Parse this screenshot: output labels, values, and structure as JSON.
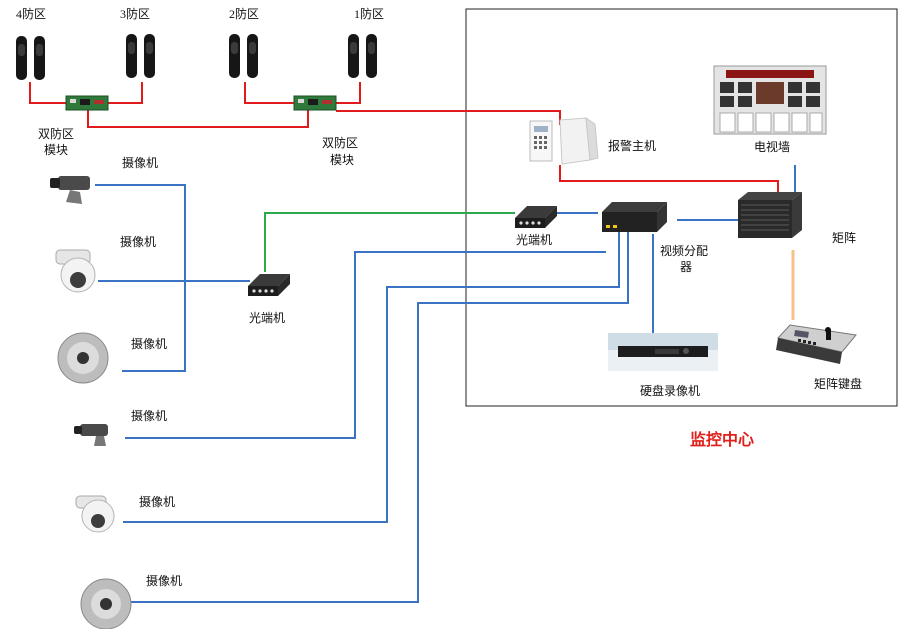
{
  "zones": [
    "4防区",
    "3防区",
    "2防区",
    "1防区"
  ],
  "dual_zone_module_left": [
    "双防区",
    "模块"
  ],
  "dual_zone_module_right": [
    "双防区",
    "模块"
  ],
  "camera_label": "摄像机",
  "optical_terminal": "光端机",
  "alarm_host": "报警主机",
  "tv_wall": "电视墙",
  "matrix": "矩阵",
  "video_distributor": [
    "视频分配",
    "器"
  ],
  "dvr": "硬盘录像机",
  "matrix_keyboard": "矩阵键盘",
  "monitor_center": "监控中心",
  "colors": {
    "alarm_line": "#e11b1b",
    "video_line": "#3a73c4",
    "fiber_line": "#2da84a",
    "control_line": "#f5c08a",
    "title": "#e0201a"
  }
}
